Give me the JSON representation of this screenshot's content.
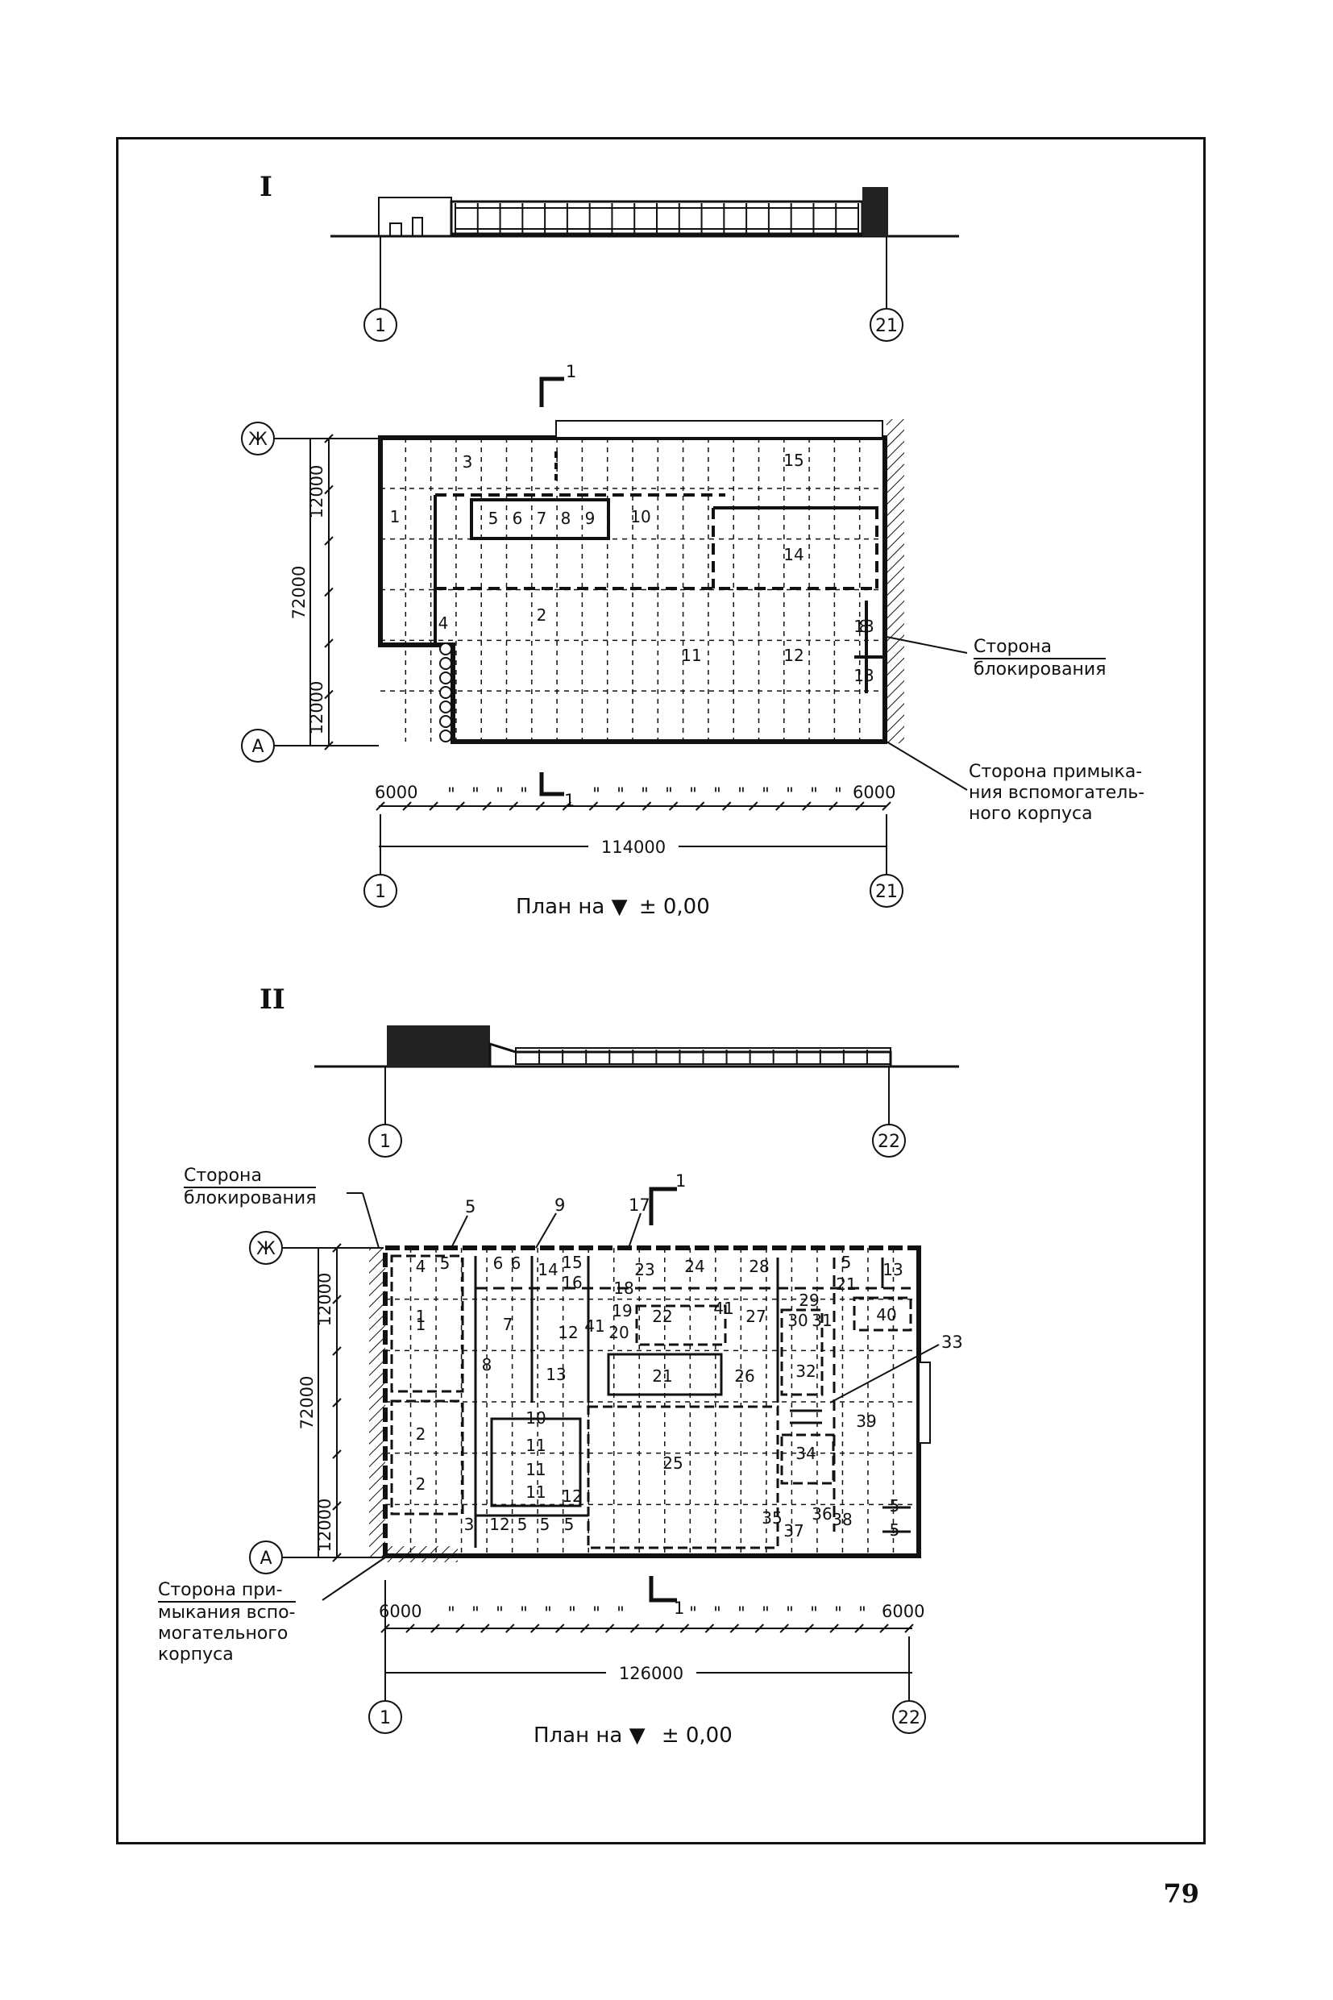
{
  "page_number": "79",
  "variant1": {
    "roman": "I",
    "axes": {
      "left": "1",
      "right": "21",
      "top": "Ж",
      "bottom": "А"
    },
    "section_mark": "1",
    "dims": {
      "total_width": "114000",
      "bay_left": "6000",
      "bay_right": "6000",
      "total_depth": "72000",
      "span_top": "12000",
      "span_bottom": "12000",
      "ditto": "\""
    },
    "notes": {
      "blocking": [
        "Сторона",
        "блокирования"
      ],
      "adjoining": [
        "Сторона примыка-",
        "ния вспомогатель-",
        "ного корпуса"
      ]
    },
    "caption": {
      "prefix": "План  на",
      "level": "± 0,00"
    },
    "rooms": [
      "1",
      "2",
      "3",
      "4",
      "5",
      "6",
      "7",
      "8",
      "9",
      "10",
      "11",
      "12",
      "13",
      "14",
      "15",
      "8",
      "13"
    ]
  },
  "variant2": {
    "roman": "II",
    "axes": {
      "left": "1",
      "right": "22",
      "top": "Ж",
      "bottom": "А"
    },
    "section_mark": "1",
    "dims": {
      "total_width": "126000",
      "bay_left": "6000",
      "bay_right": "6000",
      "total_depth": "72000",
      "span_top": "12000",
      "span_bottom": "12000",
      "ditto": "\""
    },
    "notes": {
      "blocking": [
        "Сторона",
        "блокирования"
      ],
      "adjoining": [
        "Сторона при-",
        "мыкания вспо-",
        "могательного",
        "корпуса"
      ]
    },
    "callouts": [
      "5",
      "9",
      "17",
      "33"
    ],
    "caption": {
      "prefix": "План на",
      "level": "± 0,00"
    },
    "rooms": [
      "1",
      "1",
      "2",
      "2",
      "3",
      "4",
      "5",
      "6",
      "6",
      "7",
      "8",
      "10",
      "11",
      "11",
      "11",
      "12",
      "12",
      "13",
      "14",
      "15",
      "16",
      "18",
      "19",
      "20",
      "21",
      "22",
      "23",
      "24",
      "25",
      "26",
      "27",
      "28",
      "5",
      "21",
      "13",
      "29",
      "30",
      "31",
      "40",
      "32",
      "39",
      "34",
      "35",
      "36",
      "37",
      "38",
      "5",
      "5",
      "12",
      "5",
      "5",
      "5",
      "41",
      "41"
    ]
  }
}
